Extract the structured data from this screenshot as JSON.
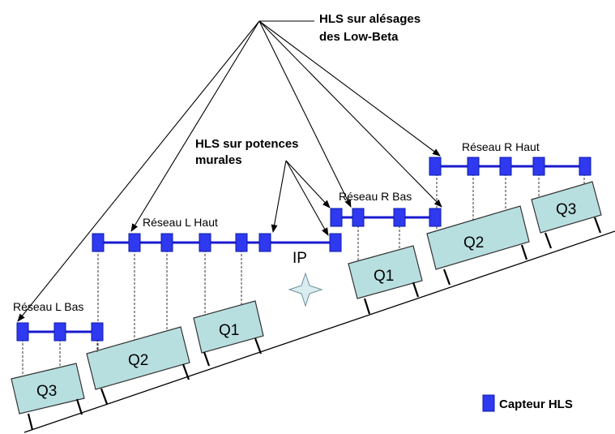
{
  "callouts": {
    "bores_line1": "HLS sur alésages",
    "bores_line2": "des Low-Beta",
    "walls_line1": "HLS sur potences",
    "walls_line2": "murales"
  },
  "networks": {
    "l_bas": "Réseau L Bas",
    "l_haut": "Réseau L Haut",
    "r_bas": "Réseau R Bas",
    "r_haut": "Réseau R Haut"
  },
  "magnets": {
    "left_q3": "Q3",
    "left_q2": "Q2",
    "left_q1": "Q1",
    "right_q1": "Q1",
    "right_q2": "Q2",
    "right_q3": "Q3"
  },
  "ip_label": "IP",
  "legend": {
    "label": "Capteur HLS",
    "swatch_color": "#2f39f0",
    "icon": "blue-square-sensor-icon"
  },
  "colors": {
    "sensor": "#2f39f0",
    "beam_line": "#1a1ad0",
    "magnet_fill": "#b8dfe0"
  }
}
